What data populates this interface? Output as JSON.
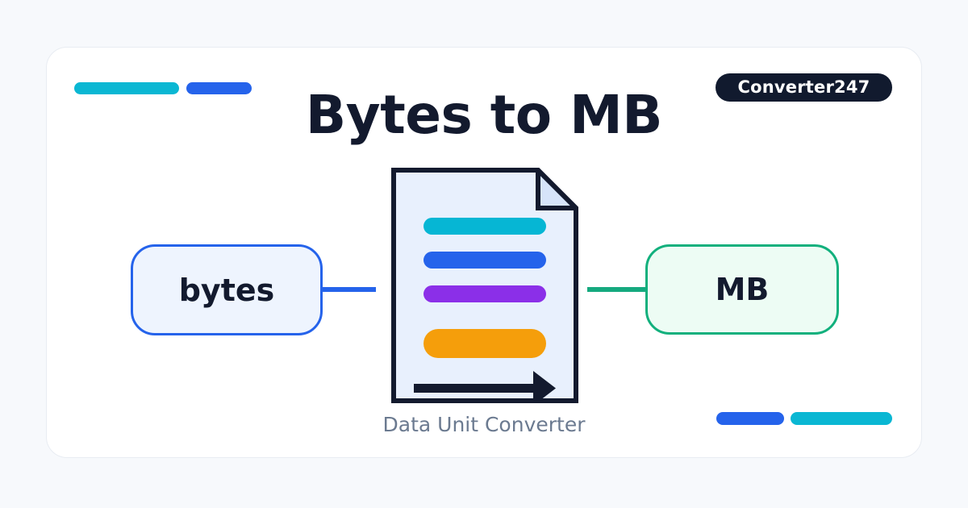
{
  "page": {
    "background_color": "#f7f9fc",
    "card_background": "#ffffff",
    "card_border_color": "#e8ecf2"
  },
  "header": {
    "title": "Bytes to MB",
    "title_color": "#131a2e",
    "badge": {
      "label": "Converter247",
      "background_color": "#111a2e",
      "text_color": "#ffffff"
    }
  },
  "decorations": {
    "top_left": [
      {
        "name": "cyan-pill",
        "color": "#0ab7d3"
      },
      {
        "name": "blue-pill",
        "color": "#2563eb"
      }
    ],
    "bottom_right": [
      {
        "name": "blue-pill",
        "color": "#2563eb"
      },
      {
        "name": "cyan-pill",
        "color": "#0ab7d3"
      }
    ]
  },
  "conversion": {
    "from_unit": {
      "label": "bytes",
      "fill_color": "#eef4fe",
      "border_color": "#2563eb",
      "text_color": "#131a2e"
    },
    "to_unit": {
      "label": "MB",
      "fill_color": "#edfcf4",
      "border_color": "#12b07d",
      "text_color": "#131a2e"
    },
    "connector_left_color": "#2563eb",
    "connector_right_color": "#16a97f"
  },
  "document_icon": {
    "page_fill": "#e8f0fd",
    "fold_fill": "#d6e4fa",
    "outline_color": "#131a2e",
    "arrow_color": "#131a2e",
    "bars": [
      {
        "name": "cyan-bar",
        "color": "#06b6d4"
      },
      {
        "name": "blue-bar",
        "color": "#2563eb"
      },
      {
        "name": "purple-bar",
        "color": "#8b2fe8"
      },
      {
        "name": "orange-bar",
        "color": "#f59e0b"
      }
    ]
  },
  "caption": {
    "text": "Data Unit Converter",
    "color": "#6b7a90"
  }
}
